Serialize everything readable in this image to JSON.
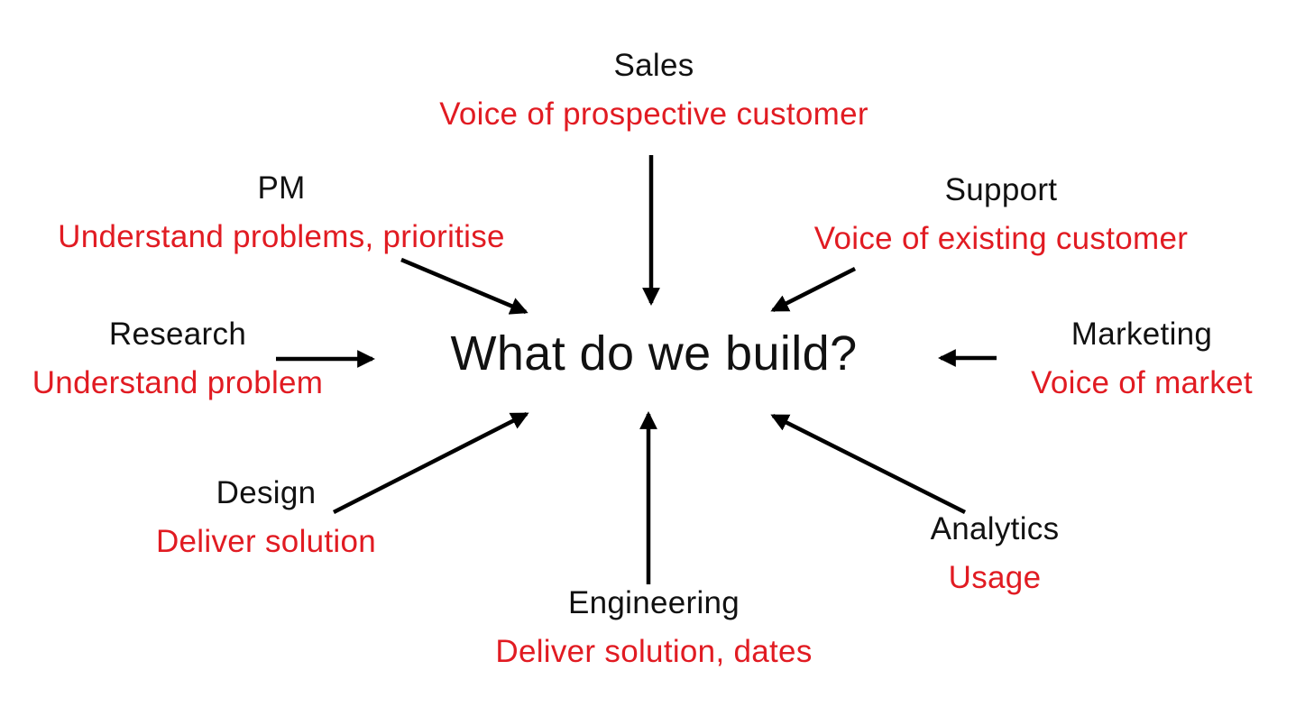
{
  "title": {
    "text": "What do we build?"
  },
  "colors": {
    "role_label": "#111111",
    "subtitle": "#e11b22",
    "arrow": "#000000",
    "background": "#ffffff"
  },
  "nodes": [
    {
      "id": "sales",
      "label": "Sales",
      "subtitle": "Voice of prospective customer"
    },
    {
      "id": "pm",
      "label": "PM",
      "subtitle": "Understand problems, prioritise"
    },
    {
      "id": "support",
      "label": "Support",
      "subtitle": "Voice of existing customer"
    },
    {
      "id": "research",
      "label": "Research",
      "subtitle": "Understand problem"
    },
    {
      "id": "marketing",
      "label": "Marketing",
      "subtitle": "Voice of market"
    },
    {
      "id": "design",
      "label": "Design",
      "subtitle": "Deliver solution"
    },
    {
      "id": "analytics",
      "label": "Analytics",
      "subtitle": "Usage"
    },
    {
      "id": "engineering",
      "label": "Engineering",
      "subtitle": "Deliver solution, dates"
    }
  ],
  "arrows": [
    {
      "from": "sales",
      "to": "center",
      "direction": "down"
    },
    {
      "from": "pm",
      "to": "center",
      "direction": "down-right"
    },
    {
      "from": "support",
      "to": "center",
      "direction": "down-left"
    },
    {
      "from": "research",
      "to": "center",
      "direction": "right"
    },
    {
      "from": "marketing",
      "to": "center",
      "direction": "left"
    },
    {
      "from": "design",
      "to": "center",
      "direction": "up-right"
    },
    {
      "from": "analytics",
      "to": "center",
      "direction": "up-left"
    },
    {
      "from": "engineering",
      "to": "center",
      "direction": "up"
    }
  ]
}
